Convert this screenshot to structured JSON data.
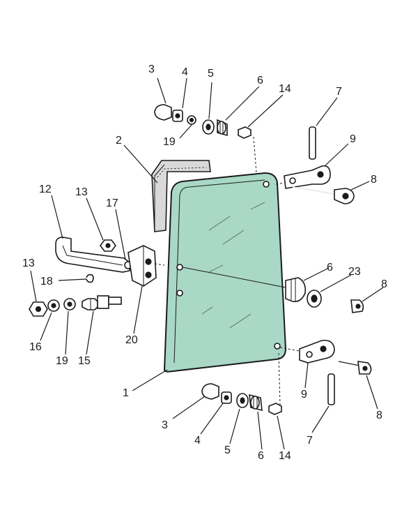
{
  "colors": {
    "glass": "#a9d8c6",
    "line": "#1a1a1a",
    "background": "#ffffff"
  },
  "callouts": [
    {
      "id": "c3a",
      "text": "3"
    },
    {
      "id": "c4a",
      "text": "4"
    },
    {
      "id": "c5a",
      "text": "5"
    },
    {
      "id": "c6a",
      "text": "6"
    },
    {
      "id": "c14a",
      "text": "14"
    },
    {
      "id": "c7a",
      "text": "7"
    },
    {
      "id": "c19a",
      "text": "19"
    },
    {
      "id": "c2",
      "text": "2"
    },
    {
      "id": "c9a",
      "text": "9"
    },
    {
      "id": "c8a",
      "text": "8"
    },
    {
      "id": "c12",
      "text": "12"
    },
    {
      "id": "c13a",
      "text": "13"
    },
    {
      "id": "c17",
      "text": "17"
    },
    {
      "id": "c6b",
      "text": "6"
    },
    {
      "id": "c23",
      "text": "23"
    },
    {
      "id": "c8b",
      "text": "8"
    },
    {
      "id": "c13b",
      "text": "13"
    },
    {
      "id": "c18",
      "text": "18"
    },
    {
      "id": "c16",
      "text": "16"
    },
    {
      "id": "c19b",
      "text": "19"
    },
    {
      "id": "c15",
      "text": "15"
    },
    {
      "id": "c20",
      "text": "20"
    },
    {
      "id": "c1",
      "text": "1"
    },
    {
      "id": "c9b",
      "text": "9"
    },
    {
      "id": "c8c",
      "text": "8"
    },
    {
      "id": "c3b",
      "text": "3"
    },
    {
      "id": "c4b",
      "text": "4"
    },
    {
      "id": "c5b",
      "text": "5"
    },
    {
      "id": "c6c",
      "text": "6"
    },
    {
      "id": "c14b",
      "text": "14"
    },
    {
      "id": "c7b",
      "text": "7"
    }
  ]
}
